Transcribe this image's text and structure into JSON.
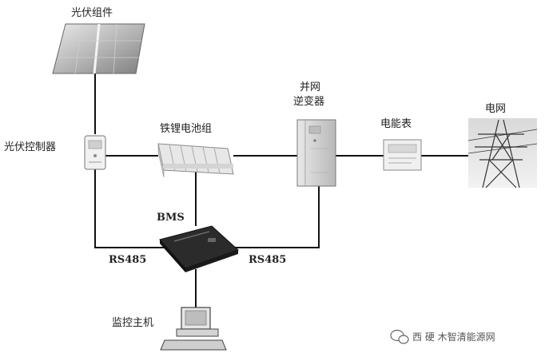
{
  "labels": {
    "pv_module": "光伏组件",
    "pv_controller": "光伏控制器",
    "battery": "铁锂电池组",
    "inverter_line1": "并网",
    "inverter_line2": "逆变器",
    "meter": "电能表",
    "grid": "电网",
    "bms": "BMS",
    "rs485_left": "RS485",
    "rs485_right": "RS485",
    "host": "监控主机"
  },
  "watermark": "西 硬 木智清能源网",
  "icons": {
    "pv_module": "solar-panel-icon",
    "pv_controller": "controller-box-icon",
    "battery": "battery-pack-icon",
    "inverter": "inverter-cabinet-icon",
    "meter": "energy-meter-icon",
    "grid": "power-tower-icon",
    "bms": "bms-unit-icon",
    "host": "computer-icon",
    "watermark": "wechat-icon"
  }
}
